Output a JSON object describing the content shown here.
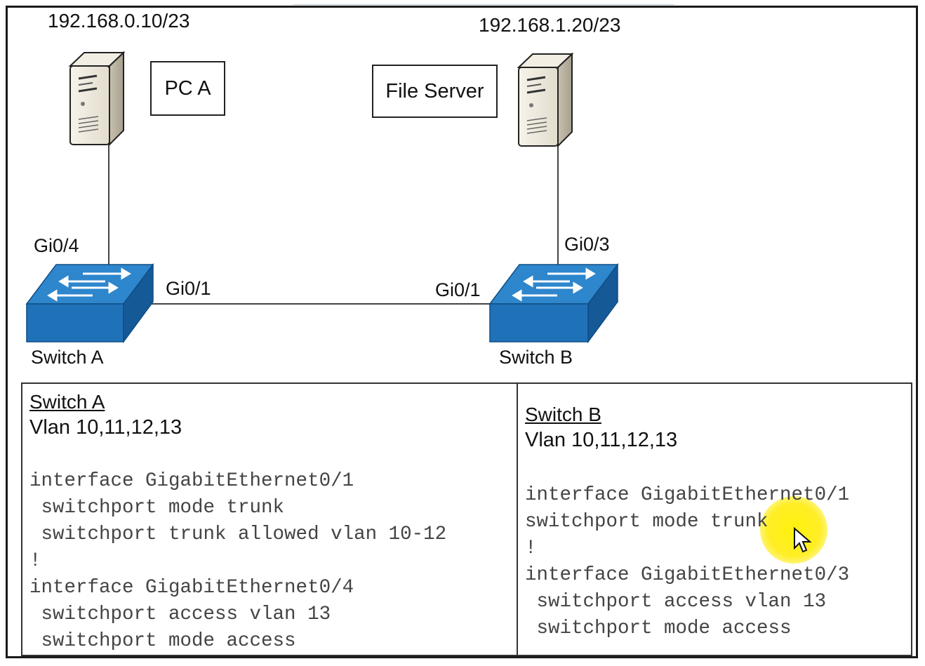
{
  "devices": {
    "pc_a": {
      "label": "PC A",
      "ip": "192.168.0.10/23"
    },
    "file_server": {
      "label": "File Server",
      "ip": "192.168.1.20/23"
    },
    "switch_a": {
      "label": "Switch A",
      "port_up": "Gi0/4",
      "port_link": "Gi0/1"
    },
    "switch_b": {
      "label": "Switch B",
      "port_up": "Gi0/3",
      "port_link": "Gi0/1"
    }
  },
  "colors": {
    "switch_top": "#2e7fc4",
    "switch_front": "#1f6db3",
    "switch_side": "#155a96",
    "cursor_highlight": "#ffeb00"
  },
  "config": {
    "switch_a": {
      "heading": "Switch A",
      "vlans": "Vlan 10,11,12,13",
      "lines": [
        "interface GigabitEthernet0/1",
        " switchport mode trunk",
        " switchport trunk allowed vlan 10-12",
        "!",
        "interface GigabitEthernet0/4",
        " switchport access vlan 13",
        " switchport mode access"
      ]
    },
    "switch_b": {
      "heading": "Switch B",
      "vlans": "Vlan 10,11,12,13",
      "lines": [
        "interface GigabitEthernet0/1",
        "switchport mode trunk",
        "!",
        "interface GigabitEthernet0/3",
        " switchport access vlan 13",
        " switchport mode access"
      ]
    }
  }
}
